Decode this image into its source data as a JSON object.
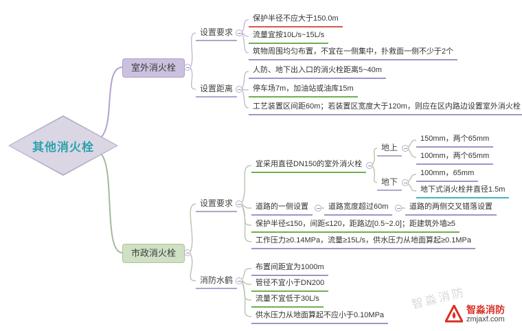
{
  "root": {
    "label": "其他消火栓"
  },
  "outdoor": {
    "label": "室外消火栓",
    "req": {
      "label": "设置要求",
      "items": [
        "保护半径不应大于150.0m",
        "流量宜按10L/s~15L/s",
        "筑物周围均匀布置，不宜在一侧集中，扑救面一侧不少于2个"
      ]
    },
    "dist": {
      "label": "设置距离",
      "items": [
        "人防、地下出入口的消火栓距离5~40m",
        "停车场7m，加油站或油库15m",
        "工艺装置区间距60m；若装置区宽度大于120m，则应在区内路边设置室外消火栓"
      ]
    }
  },
  "municipal": {
    "label": "市政消火栓",
    "req": {
      "label": "设置要求",
      "dn150": "宜采用直径DN150的室外消火栓",
      "above": {
        "label": "地上",
        "items": [
          "150mm，两个65mm",
          "100mm，两个65mm"
        ]
      },
      "below": {
        "label": "地下",
        "items": [
          "100mm，65mm",
          "地下式消火栓井直径1.5m"
        ]
      },
      "road_side": "道路的一侧设置",
      "road_width": "道路宽度超过60m",
      "road_both": "道路的两侧交叉错落设置",
      "radius": "保护半径≤150，间距≤120，距路边[0.5~2.0]；距建筑外墙≥5",
      "pressure": "工作压力≥0.14MPa，流量≥15L/s，供水压力从地面算起≥0.1MPa"
    },
    "crane": {
      "label": "消防水鹤",
      "items": [
        "布置间距宜为1000m",
        "管径不宜小于DN200",
        "流量不宜低于30L/s",
        "供水压力从地面算起不应小于0.10MPa"
      ]
    }
  },
  "watermark": {
    "brand": "智淼消防",
    "site": "zmjaxf.com"
  },
  "colors": {
    "underline_red": "#d9544f",
    "underline_green": "#6fae53",
    "underline_purple": "#a292c8",
    "underline_teal": "#3fb6bf",
    "branch_outdoor_bg": "#cbc1de",
    "branch_municipal_bg": "#cfe0c4",
    "root_text": "#2ba2ad",
    "brand_red": "#d93025"
  }
}
